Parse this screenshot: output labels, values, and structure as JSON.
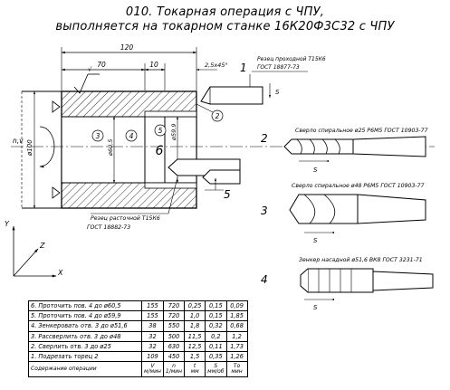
{
  "title": {
    "line1": "010. Токарная операция с ЧПУ,",
    "line2": "выполняется на токарном станке 16К20Ф3С32 с ЧПУ"
  },
  "dimensions": {
    "overall_length": "120",
    "seg_70": "70",
    "seg_10": "10",
    "chamfer": "2,5x45°",
    "ra_symbol": "√",
    "dia_100": "ø100",
    "dia_605": "ø60,5",
    "dia_599": "ø59,9"
  },
  "axis": {
    "y": "Y",
    "x": "X",
    "z": "Z",
    "nv": "n,v",
    "s": "S"
  },
  "surfaces": {
    "s1": "1",
    "s2": "2",
    "s3": "3",
    "s4": "4",
    "s5": "5",
    "s6": "6"
  },
  "tools": {
    "pos1": "1",
    "pos2": "2",
    "pos3": "3",
    "pos4": "4",
    "pos5": "5",
    "pos6": "6",
    "cutter_pass_l1": "Резец проходной Т15К6",
    "cutter_pass_l2": "ГОСТ 18877-73",
    "cutter_bore_l1": "Резец расточной Т15К6",
    "cutter_bore_l2": "ГОСТ 18882-73",
    "drill25": "Сверло спиральное ø25 Р6М5 ГОСТ 10903-77",
    "drill48": "Сверло спиральное ø48 Р6М5 ГОСТ 10903-77",
    "countersink": "Зенкер насадной ø51,6 ВК8 ГОСТ 3231-71"
  },
  "table": {
    "rows": [
      [
        "6. Проточить пов. 4 до ø60,5",
        "155",
        "720",
        "0,25",
        "0,15",
        "0,09"
      ],
      [
        "5. Проточить пов. 4 до ø59,9",
        "155",
        "720",
        "1,0",
        "0,15",
        "1,85"
      ],
      [
        "4. Зенкеровать отв. 3 до ø51,6",
        "38",
        "550",
        "1,8",
        "0,32",
        "0,68"
      ],
      [
        "3. Рассверлить отв. 3 до ø48",
        "32",
        "500",
        "11,5",
        "0,2",
        "1,2"
      ],
      [
        "2. Сверлить отв. 3 до ø25",
        "32",
        "630",
        "12,5",
        "0,11",
        "1,73"
      ],
      [
        "1. Подрезать торец 2",
        "109",
        "450",
        "1,5",
        "0,35",
        "1,26"
      ]
    ],
    "header": {
      "name": "Содержание операции",
      "c1_top": "V",
      "c1_bot": "м/мин",
      "c2_top": "n",
      "c2_bot": "1/мин",
      "c3_top": "t",
      "c3_bot": "мм",
      "c4_top": "S",
      "c4_bot": "мм/об",
      "c5_top": "То",
      "c5_bot": "мин"
    }
  }
}
